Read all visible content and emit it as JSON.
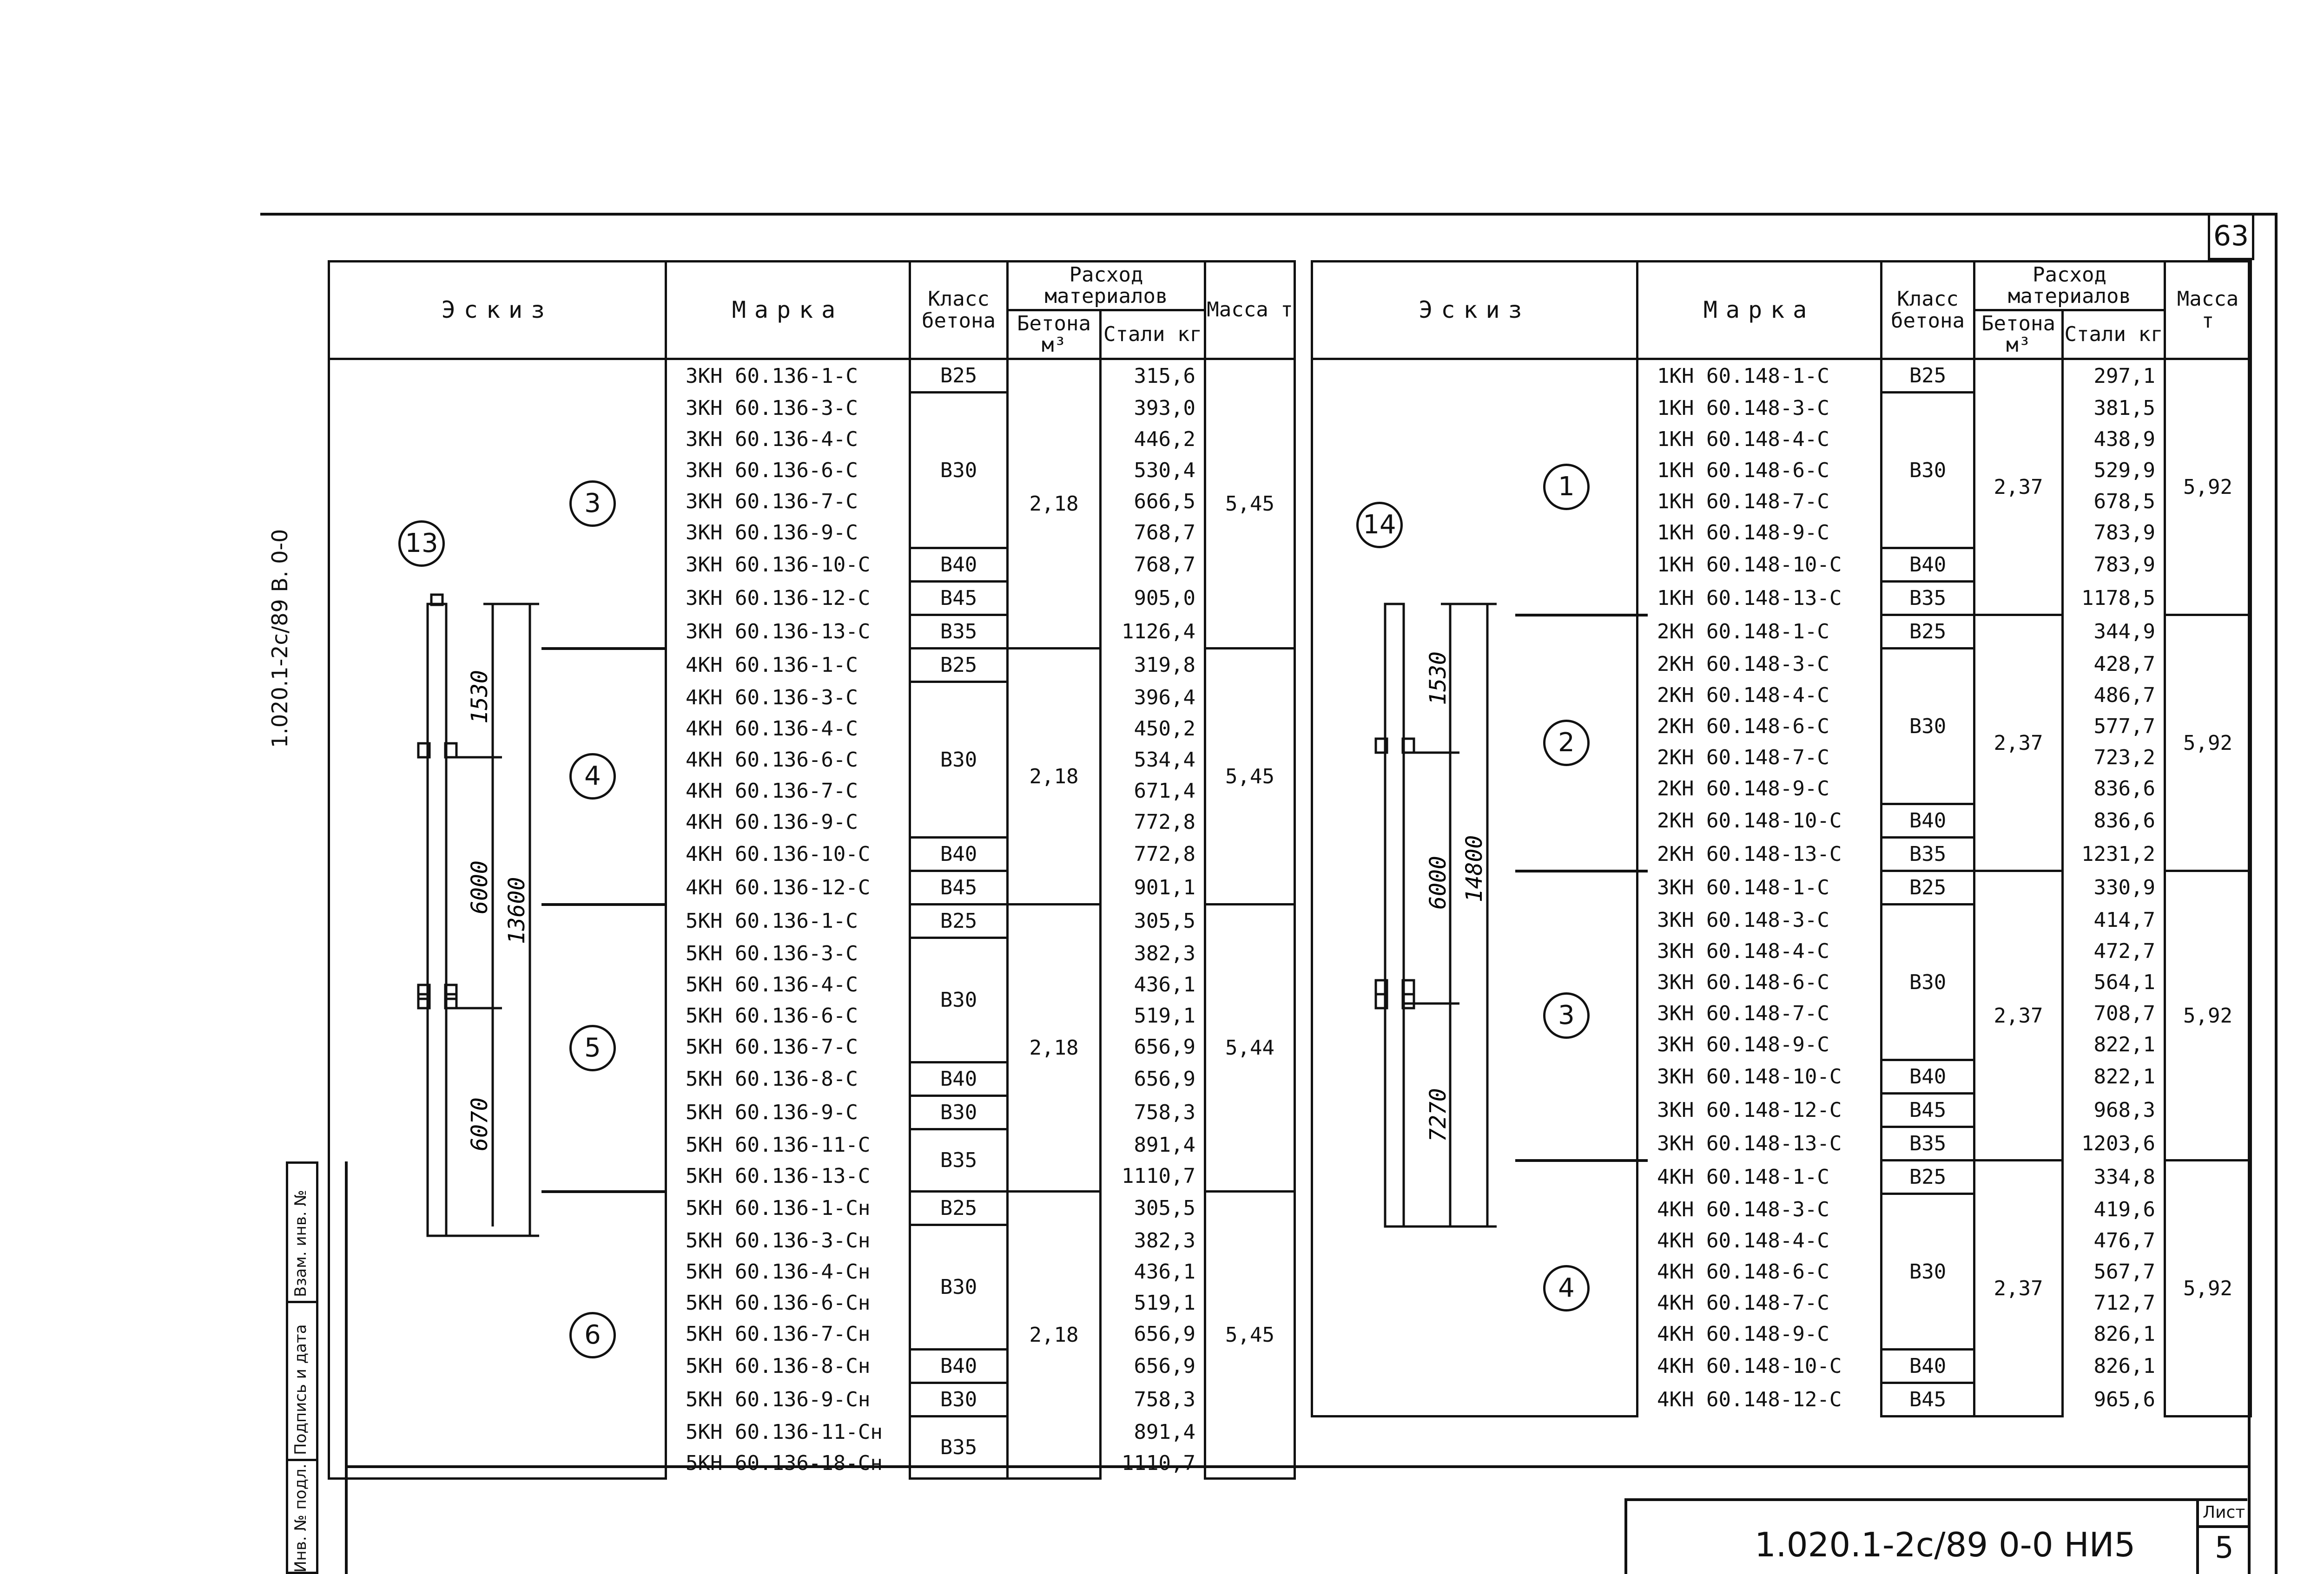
{
  "sheet_number_top": "63",
  "side_code": "1.020.1-2с/89 В. 0-0",
  "stamp_fields": [
    "Инв. № подл.",
    "Подпись и дата",
    "Взам. инв. №"
  ],
  "title_block": {
    "code": "1.020.1-2с/89 0-0 НИ5",
    "sheet_label": "Лист",
    "sheet_value": "5"
  },
  "columns": {
    "sketch": "Эскиз",
    "mark": "Марка",
    "class": "Класс бетона",
    "consumption": "Расход материалов",
    "concrete": "Бетона м³",
    "steel": "Стали кг",
    "mass": "Масса т"
  },
  "left": {
    "sketch_circle": "13",
    "dims": [
      "1530",
      "6000",
      "6070",
      "13600"
    ],
    "groups": [
      {
        "circle": "3",
        "concrete": "2,18",
        "mass": "5,45",
        "rows": [
          {
            "mark": "3КН 60.136-1-С",
            "steel": "315,6"
          },
          {
            "mark": "3КН 60.136-3-С",
            "steel": "393,0"
          },
          {
            "mark": "3КН 60.136-4-С",
            "steel": "446,2"
          },
          {
            "mark": "3КН 60.136-6-С",
            "steel": "530,4"
          },
          {
            "mark": "3КН 60.136-7-С",
            "steel": "666,5"
          },
          {
            "mark": "3КН 60.136-9-С",
            "steel": "768,7"
          },
          {
            "mark": "3КН 60.136-10-С",
            "steel": "768,7"
          },
          {
            "mark": "3КН 60.136-12-С",
            "steel": "905,0"
          },
          {
            "mark": "3КН 60.136-13-С",
            "steel": "1126,4"
          }
        ],
        "classes": [
          {
            "label": "В25",
            "span": 1
          },
          {
            "label": "В30",
            "span": 5
          },
          {
            "label": "В40",
            "span": 1
          },
          {
            "label": "В45",
            "span": 1
          },
          {
            "label": "В35",
            "span": 1
          }
        ]
      },
      {
        "circle": "4",
        "concrete": "2,18",
        "mass": "5,45",
        "rows": [
          {
            "mark": "4КН 60.136-1-С",
            "steel": "319,8"
          },
          {
            "mark": "4КН 60.136-3-С",
            "steel": "396,4"
          },
          {
            "mark": "4КН 60.136-4-С",
            "steel": "450,2"
          },
          {
            "mark": "4КН 60.136-6-С",
            "steel": "534,4"
          },
          {
            "mark": "4КН 60.136-7-С",
            "steel": "671,4"
          },
          {
            "mark": "4КН 60.136-9-С",
            "steel": "772,8"
          },
          {
            "mark": "4КН 60.136-10-С",
            "steel": "772,8"
          },
          {
            "mark": "4КН 60.136-12-С",
            "steel": "901,1"
          }
        ],
        "classes": [
          {
            "label": "В25",
            "span": 1
          },
          {
            "label": "В30",
            "span": 5
          },
          {
            "label": "В40",
            "span": 1
          },
          {
            "label": "В45",
            "span": 1
          }
        ]
      },
      {
        "circle": "5",
        "concrete": "2,18",
        "mass": "5,44",
        "rows": [
          {
            "mark": "5КН 60.136-1-С",
            "steel": "305,5"
          },
          {
            "mark": "5КН 60.136-3-С",
            "steel": "382,3"
          },
          {
            "mark": "5КН 60.136-4-С",
            "steel": "436,1"
          },
          {
            "mark": "5КН 60.136-6-С",
            "steel": "519,1"
          },
          {
            "mark": "5КН 60.136-7-С",
            "steel": "656,9"
          },
          {
            "mark": "5КН 60.136-8-С",
            "steel": "656,9"
          },
          {
            "mark": "5КН 60.136-9-С",
            "steel": "758,3"
          },
          {
            "mark": "5КН 60.136-11-С",
            "steel": "891,4"
          },
          {
            "mark": "5КН 60.136-13-С",
            "steel": "1110,7"
          }
        ],
        "classes": [
          {
            "label": "В25",
            "span": 1
          },
          {
            "label": "В30",
            "span": 4
          },
          {
            "label": "В40",
            "span": 1
          },
          {
            "label": "В30",
            "span": 1
          },
          {
            "label": "В35",
            "span": 2
          }
        ]
      },
      {
        "circle": "6",
        "concrete": "2,18",
        "mass": "5,45",
        "rows": [
          {
            "mark": "5КН 60.136-1-Сн",
            "steel": "305,5"
          },
          {
            "mark": "5КН 60.136-3-Сн",
            "steel": "382,3"
          },
          {
            "mark": "5КН 60.136-4-Сн",
            "steel": "436,1"
          },
          {
            "mark": "5КН 60.136-6-Сн",
            "steel": "519,1"
          },
          {
            "mark": "5КН 60.136-7-Сн",
            "steel": "656,9"
          },
          {
            "mark": "5КН 60.136-8-Сн",
            "steel": "656,9"
          },
          {
            "mark": "5КН 60.136-9-Сн",
            "steel": "758,3"
          },
          {
            "mark": "5КН 60.136-11-Сн",
            "steel": "891,4"
          },
          {
            "mark": "5КН 60.136-18-Сн",
            "steel": "1110,7"
          }
        ],
        "classes": [
          {
            "label": "В25",
            "span": 1
          },
          {
            "label": "В30",
            "span": 4
          },
          {
            "label": "В40",
            "span": 1
          },
          {
            "label": "В30",
            "span": 1
          },
          {
            "label": "В35",
            "span": 2
          }
        ]
      }
    ]
  },
  "right": {
    "sketch_circle": "14",
    "dims": [
      "1530",
      "6000",
      "7270",
      "14800"
    ],
    "groups": [
      {
        "circle": "1",
        "concrete": "2,37",
        "mass": "5,92",
        "rows": [
          {
            "mark": "1КН 60.148-1-С",
            "steel": "297,1"
          },
          {
            "mark": "1КН 60.148-3-С",
            "steel": "381,5"
          },
          {
            "mark": "1КН 60.148-4-С",
            "steel": "438,9"
          },
          {
            "mark": "1КН 60.148-6-С",
            "steel": "529,9"
          },
          {
            "mark": "1КН 60.148-7-С",
            "steel": "678,5"
          },
          {
            "mark": "1КН 60.148-9-С",
            "steel": "783,9"
          },
          {
            "mark": "1КН 60.148-10-С",
            "steel": "783,9"
          },
          {
            "mark": "1КН 60.148-13-С",
            "steel": "1178,5"
          }
        ],
        "classes": [
          {
            "label": "В25",
            "span": 1
          },
          {
            "label": "В30",
            "span": 5
          },
          {
            "label": "В40",
            "span": 1
          },
          {
            "label": "В35",
            "span": 1
          }
        ]
      },
      {
        "circle": "2",
        "concrete": "2,37",
        "mass": "5,92",
        "rows": [
          {
            "mark": "2КН 60.148-1-С",
            "steel": "344,9"
          },
          {
            "mark": "2КН 60.148-3-С",
            "steel": "428,7"
          },
          {
            "mark": "2КН 60.148-4-С",
            "steel": "486,7"
          },
          {
            "mark": "2КН 60.148-6-С",
            "steel": "577,7"
          },
          {
            "mark": "2КН 60.148-7-С",
            "steel": "723,2"
          },
          {
            "mark": "2КН 60.148-9-С",
            "steel": "836,6"
          },
          {
            "mark": "2КН 60.148-10-С",
            "steel": "836,6"
          },
          {
            "mark": "2КН 60.148-13-С",
            "steel": "1231,2"
          }
        ],
        "classes": [
          {
            "label": "В25",
            "span": 1
          },
          {
            "label": "В30",
            "span": 5
          },
          {
            "label": "В40",
            "span": 1
          },
          {
            "label": "В35",
            "span": 1
          }
        ]
      },
      {
        "circle": "3",
        "concrete": "2,37",
        "mass": "5,92",
        "rows": [
          {
            "mark": "3КН 60.148-1-С",
            "steel": "330,9"
          },
          {
            "mark": "3КН 60.148-3-С",
            "steel": "414,7"
          },
          {
            "mark": "3КН 60.148-4-С",
            "steel": "472,7"
          },
          {
            "mark": "3КН 60.148-6-С",
            "steel": "564,1"
          },
          {
            "mark": "3КН 60.148-7-С",
            "steel": "708,7"
          },
          {
            "mark": "3КН 60.148-9-С",
            "steel": "822,1"
          },
          {
            "mark": "3КН 60.148-10-С",
            "steel": "822,1"
          },
          {
            "mark": "3КН 60.148-12-С",
            "steel": "968,3"
          },
          {
            "mark": "3КН 60.148-13-С",
            "steel": "1203,6"
          }
        ],
        "classes": [
          {
            "label": "В25",
            "span": 1
          },
          {
            "label": "В30",
            "span": 5
          },
          {
            "label": "В40",
            "span": 1
          },
          {
            "label": "В45",
            "span": 1
          },
          {
            "label": "В35",
            "span": 1
          }
        ]
      },
      {
        "circle": "4",
        "concrete": "2,37",
        "mass": "5,92",
        "rows": [
          {
            "mark": "4КН 60.148-1-С",
            "steel": "334,8"
          },
          {
            "mark": "4КН 60.148-3-С",
            "steel": "419,6"
          },
          {
            "mark": "4КН 60.148-4-С",
            "steel": "476,7"
          },
          {
            "mark": "4КН 60.148-6-С",
            "steel": "567,7"
          },
          {
            "mark": "4КН 60.148-7-С",
            "steel": "712,7"
          },
          {
            "mark": "4КН 60.148-9-С",
            "steel": "826,1"
          },
          {
            "mark": "4КН 60.148-10-С",
            "steel": "826,1"
          },
          {
            "mark": "4КН 60.148-12-С",
            "steel": "965,6"
          }
        ],
        "classes": [
          {
            "label": "В25",
            "span": 1
          },
          {
            "label": "В30",
            "span": 5
          },
          {
            "label": "В40",
            "span": 1
          },
          {
            "label": "В45",
            "span": 1
          }
        ]
      }
    ]
  }
}
